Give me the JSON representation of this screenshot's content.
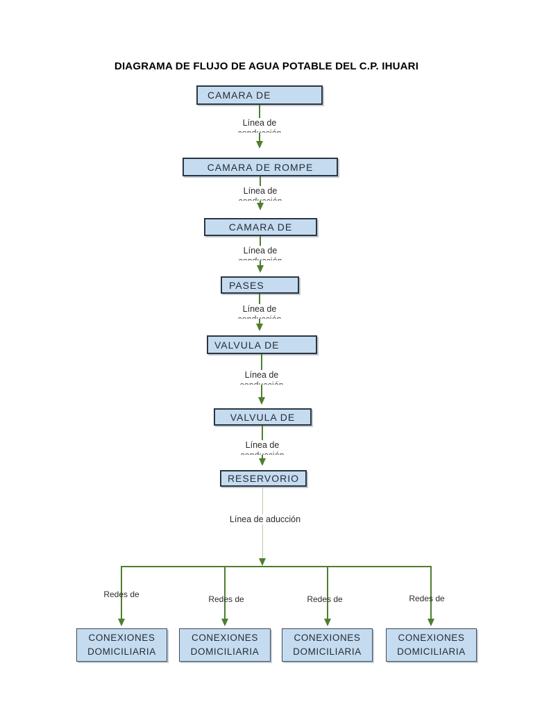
{
  "page_title": "DIAGRAMA DE FLUJO DE AGUA POTABLE DEL C.P. IHUARI",
  "flow": {
    "nodes": [
      {
        "label": "CAMARA DE"
      },
      {
        "label": "CAMARA DE ROMPE"
      },
      {
        "label": "CAMARA DE"
      },
      {
        "label": "PASES"
      },
      {
        "label": "VALVULA DE"
      },
      {
        "label": "VALVULA DE"
      },
      {
        "label": "RESERVORIO"
      }
    ],
    "connectors": [
      {
        "label": "Línea de",
        "clipped_word": "conducción"
      },
      {
        "label": "Línea de",
        "clipped_word": "conducción"
      },
      {
        "label": "Línea de",
        "clipped_word": "conducción"
      },
      {
        "label": "Línea de",
        "clipped_word": "conducción"
      },
      {
        "label": "Línea de",
        "clipped_word": "conducción"
      },
      {
        "label": "Línea de",
        "clipped_word": "conducción"
      }
    ],
    "aduccion": {
      "label": "Línea de aducción"
    },
    "branches": [
      {
        "label": "Redes de"
      },
      {
        "label": "Redes de"
      },
      {
        "label": "Redes de"
      },
      {
        "label": "Redes de"
      }
    ],
    "terminals": [
      {
        "line1": "CONEXIONES",
        "line2": "DOMICILIARIA"
      },
      {
        "line1": "CONEXIONES",
        "line2": "DOMICILIARIA"
      },
      {
        "line1": "CONEXIONES",
        "line2": "DOMICILIARIA"
      },
      {
        "line1": "CONEXIONES",
        "line2": "DOMICILIARIA"
      }
    ]
  },
  "colors": {
    "box_fill": "#c5dcf0",
    "box_border": "#2b3540",
    "box_text": "#252a33",
    "arrow_green": "#4e7e2e",
    "aduccion_line_green": "#b5cda6",
    "title_text": "#000000",
    "background": "#ffffff"
  }
}
